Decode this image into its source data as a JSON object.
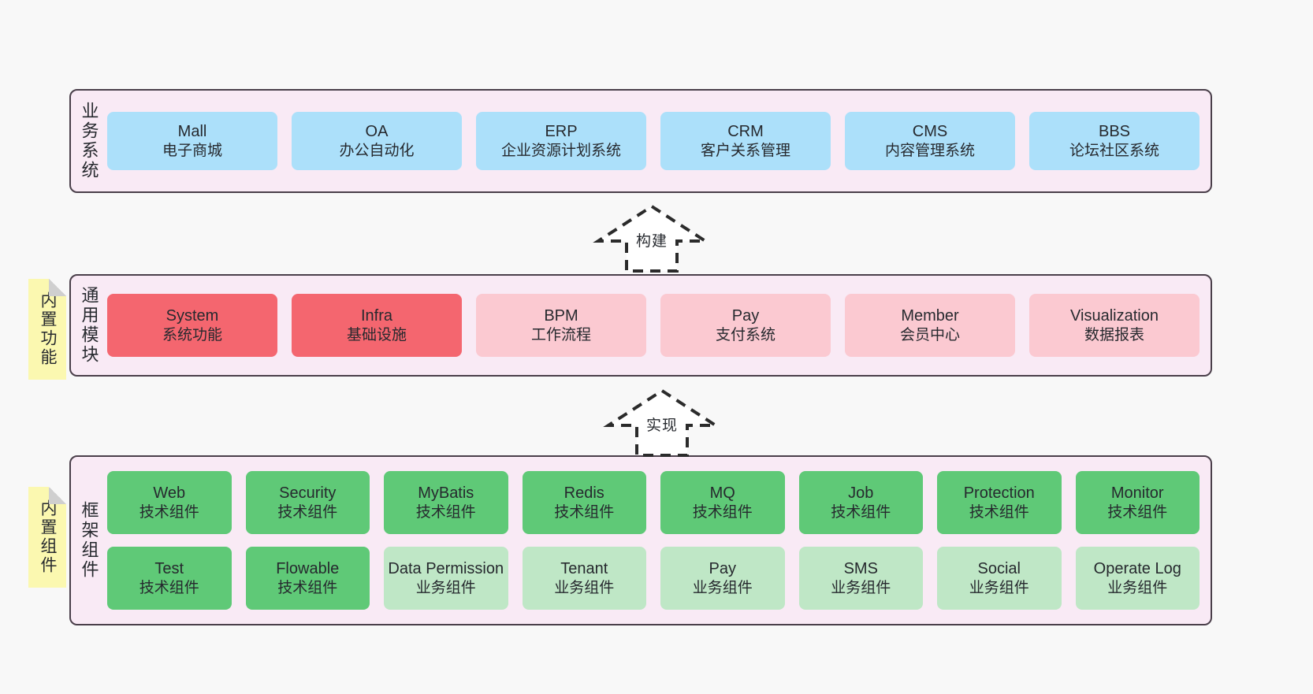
{
  "colors": {
    "background": "#f8f8f8",
    "panel_fill": "#f9eaf5",
    "panel_border": "#4a3f4a",
    "business_box": "#ace0fa",
    "module_primary": "#f4666f",
    "module_secondary": "#fbc9d1",
    "component_tech": "#5fc977",
    "component_business": "#bfe7c6",
    "sticky_note": "#fbf8b0",
    "sticky_fold": "#cfcfcf",
    "text": "#26292e"
  },
  "layers": {
    "business": {
      "title": "业务系统",
      "items": [
        {
          "name": "Mall",
          "desc": "电子商城",
          "kind": "business_box"
        },
        {
          "name": "OA",
          "desc": "办公自动化",
          "kind": "business_box"
        },
        {
          "name": "ERP",
          "desc": "企业资源计划系统",
          "kind": "business_box"
        },
        {
          "name": "CRM",
          "desc": "客户关系管理",
          "kind": "business_box"
        },
        {
          "name": "CMS",
          "desc": "内容管理系统",
          "kind": "business_box"
        },
        {
          "name": "BBS",
          "desc": "论坛社区系统",
          "kind": "business_box"
        }
      ]
    },
    "modules": {
      "title": "通用模块",
      "sticky": "内置功能",
      "items": [
        {
          "name": "System",
          "desc": "系统功能",
          "kind": "module_primary"
        },
        {
          "name": "Infra",
          "desc": "基础设施",
          "kind": "module_primary"
        },
        {
          "name": "BPM",
          "desc": "工作流程",
          "kind": "module_secondary"
        },
        {
          "name": "Pay",
          "desc": "支付系统",
          "kind": "module_secondary"
        },
        {
          "name": "Member",
          "desc": "会员中心",
          "kind": "module_secondary"
        },
        {
          "name": "Visualization",
          "desc": "数据报表",
          "kind": "module_secondary"
        }
      ]
    },
    "framework": {
      "title": "框架组件",
      "sticky": "内置组件",
      "row1": [
        {
          "name": "Web",
          "desc": "技术组件",
          "kind": "component_tech"
        },
        {
          "name": "Security",
          "desc": "技术组件",
          "kind": "component_tech"
        },
        {
          "name": "MyBatis",
          "desc": "技术组件",
          "kind": "component_tech"
        },
        {
          "name": "Redis",
          "desc": "技术组件",
          "kind": "component_tech"
        },
        {
          "name": "MQ",
          "desc": "技术组件",
          "kind": "component_tech"
        },
        {
          "name": "Job",
          "desc": "技术组件",
          "kind": "component_tech"
        },
        {
          "name": "Protection",
          "desc": "技术组件",
          "kind": "component_tech"
        },
        {
          "name": "Monitor",
          "desc": "技术组件",
          "kind": "component_tech"
        }
      ],
      "row2": [
        {
          "name": "Test",
          "desc": "技术组件",
          "kind": "component_tech"
        },
        {
          "name": "Flowable",
          "desc": "技术组件",
          "kind": "component_tech"
        },
        {
          "name": "Data Permission",
          "desc": "业务组件",
          "kind": "component_business"
        },
        {
          "name": "Tenant",
          "desc": "业务组件",
          "kind": "component_business"
        },
        {
          "name": "Pay",
          "desc": "业务组件",
          "kind": "component_business"
        },
        {
          "name": "SMS",
          "desc": "业务组件",
          "kind": "component_business"
        },
        {
          "name": "Social",
          "desc": "业务组件",
          "kind": "component_business"
        },
        {
          "name": "Operate Log",
          "desc": "业务组件",
          "kind": "component_business"
        }
      ]
    }
  },
  "arrows": [
    {
      "id": "build",
      "label": "构建",
      "direction": "up"
    },
    {
      "id": "implement",
      "label": "实现",
      "direction": "up"
    }
  ]
}
